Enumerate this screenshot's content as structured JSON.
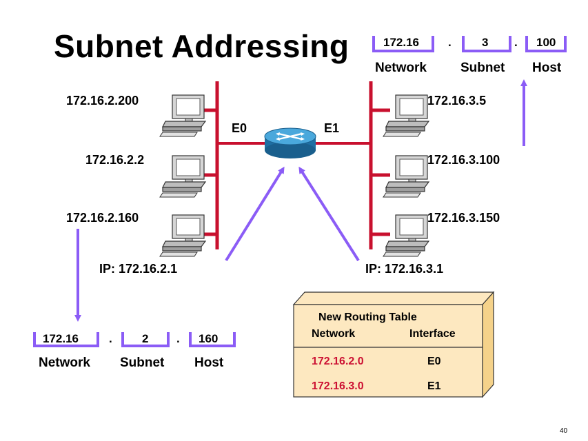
{
  "title": "Subnet Addressing",
  "colors": {
    "segment": "#c8102e",
    "arrow": "#8b5cf6",
    "router": "#2e8fc7",
    "table_bg": "#fde8c0",
    "table_row": "#cc1133"
  },
  "left_lan": {
    "hosts": [
      "172.16.2.200",
      "172.16.2.2",
      "172.16.2.160"
    ],
    "router_ip": "IP:  172.16.2.1"
  },
  "right_lan": {
    "hosts": [
      "172.16.3.5",
      "172.16.3.100",
      "172.16.3.150"
    ],
    "router_ip": "IP:  172.16.3.1"
  },
  "router": {
    "icon": "router-icon",
    "e0": "E0",
    "e1": "E1"
  },
  "address_top": {
    "network": "172.16",
    "dot1": ".",
    "subnet": "3",
    "dot2": ".",
    "host": "100",
    "cap_network": "Network",
    "cap_subnet": "Subnet",
    "cap_host": "Host"
  },
  "address_bottom": {
    "network": "172.16",
    "dot1": ".",
    "subnet": "2",
    "dot2": ".",
    "host": "160",
    "cap_network": "Network",
    "cap_subnet": "Subnet",
    "cap_host": "Host"
  },
  "routing_table": {
    "title": "New Routing Table",
    "col_network": "Network",
    "col_interface": "Interface",
    "rows": [
      {
        "network": "172.16.2.0",
        "interface": "E0"
      },
      {
        "network": "172.16.3.0",
        "interface": "E1"
      }
    ]
  },
  "page_number": "40"
}
